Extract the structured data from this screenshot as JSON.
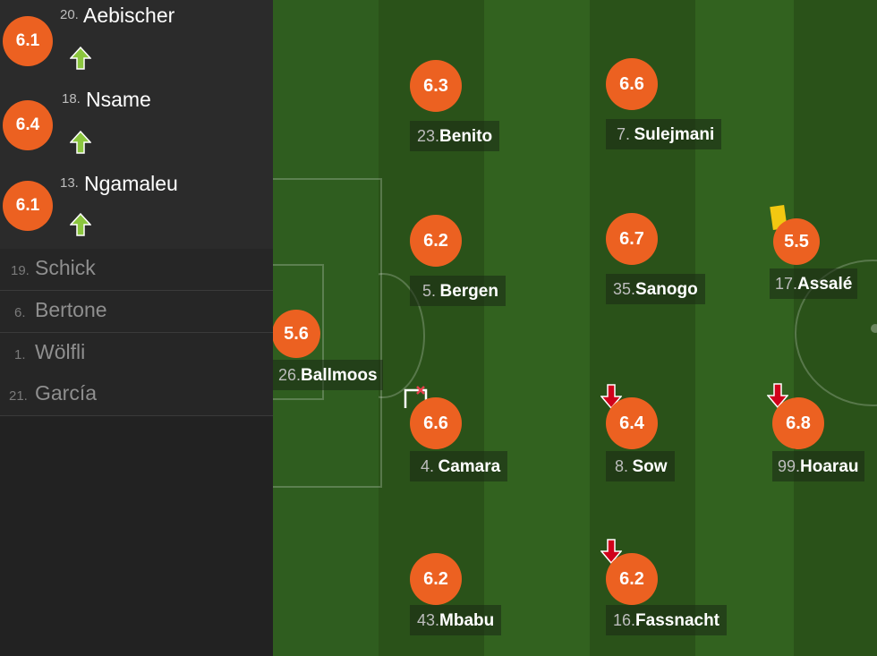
{
  "substitutes": [
    {
      "rating": "6.1",
      "number": "20.",
      "name": "Aebischer"
    },
    {
      "rating": "6.4",
      "number": "18.",
      "name": "Nsame"
    },
    {
      "rating": "6.1",
      "number": "13.",
      "name": "Ngamaleu"
    }
  ],
  "bench": [
    {
      "number": "19.",
      "name": "Schick"
    },
    {
      "number": "6.",
      "name": "Bertone"
    },
    {
      "number": "1.",
      "name": "Wölfli"
    },
    {
      "number": "21.",
      "name": "García"
    }
  ],
  "players": [
    {
      "id": "benito",
      "rating": "6.3",
      "number": "23.",
      "name": "Benito"
    },
    {
      "id": "sulejmani",
      "rating": "6.6",
      "number": "7.",
      "name": "Sulejmani"
    },
    {
      "id": "bergen",
      "rating": "6.2",
      "number": "5.",
      "name": "Bergen"
    },
    {
      "id": "sanogo",
      "rating": "6.7",
      "number": "35.",
      "name": "Sanogo"
    },
    {
      "id": "assale",
      "rating": "5.5",
      "number": "17.",
      "name": "Assalé"
    },
    {
      "id": "ballmoos",
      "rating": "5.6",
      "number": "26.",
      "name": "Ballmoos"
    },
    {
      "id": "camara",
      "rating": "6.6",
      "number": "4.",
      "name": "Camara"
    },
    {
      "id": "sow",
      "rating": "6.4",
      "number": "8.",
      "name": "Sow"
    },
    {
      "id": "hoarau",
      "rating": "6.8",
      "number": "99.",
      "name": "Hoarau"
    },
    {
      "id": "mbabu",
      "rating": "6.2",
      "number": "43.",
      "name": "Mbabu"
    },
    {
      "id": "fassnacht",
      "rating": "6.2",
      "number": "16.",
      "name": "Fassnacht"
    }
  ],
  "colors": {
    "rating_badge": "#ec6121",
    "sub_in_arrow": "#8cc63f",
    "sub_out_arrow": "#d0021b",
    "yellow_card": "#f2c811"
  },
  "icons": {
    "sub_in": "up-arrow-icon",
    "sub_out": "down-arrow-icon",
    "card": "yellow-card-icon",
    "goalkeeper": "goalkeeper-gloves-icon"
  }
}
